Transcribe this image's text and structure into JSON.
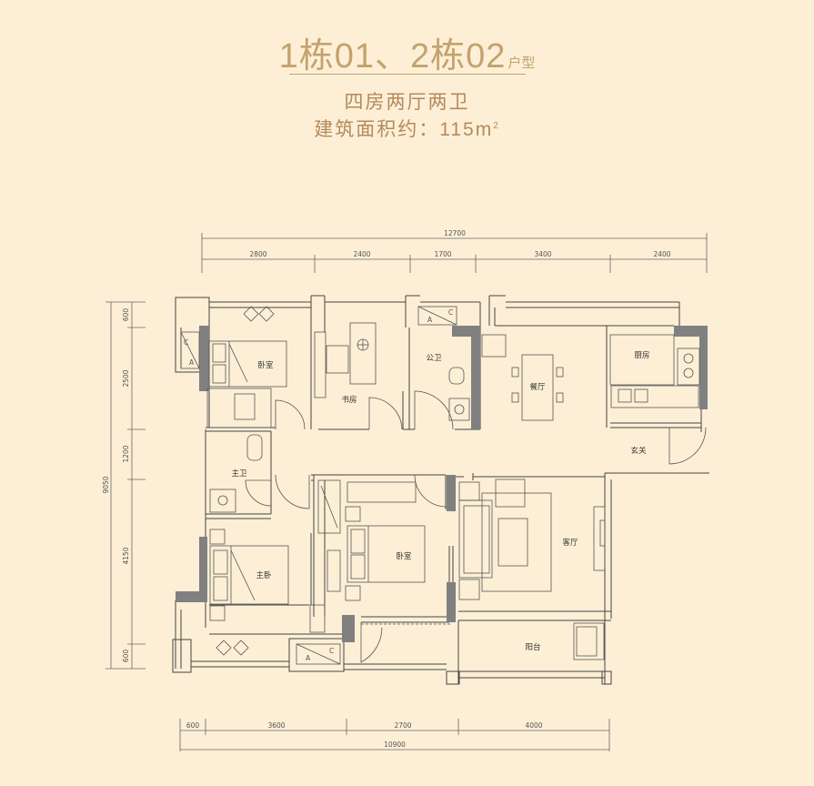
{
  "title": {
    "main": "1栋01、2栋02",
    "suffix": "户型"
  },
  "subtitle": {
    "layout": "四房两厅两卫",
    "area_label": "建筑面积约：115m",
    "area_sup": "2"
  },
  "dimensions": {
    "top_total": "12700",
    "top_segments": [
      "2800",
      "2400",
      "1700",
      "3400",
      "2400"
    ],
    "left_total": "9050",
    "left_segments": [
      "600",
      "2500",
      "1200",
      "4150",
      "600"
    ],
    "bottom_segments": [
      "600",
      "3600",
      "2700",
      "4000"
    ],
    "bottom_total": "10900"
  },
  "rooms": {
    "bedroom_nw": "卧室",
    "study": "书房",
    "public_bath": "公卫",
    "dining": "餐厅",
    "kitchen": "厨房",
    "master_bath": "主卫",
    "entrance": "玄关",
    "master_bedroom": "主卧",
    "bedroom_center": "卧室",
    "living_room": "客厅",
    "balcony": "阳台"
  },
  "ac_labels": {
    "a": "A",
    "c": "C"
  }
}
